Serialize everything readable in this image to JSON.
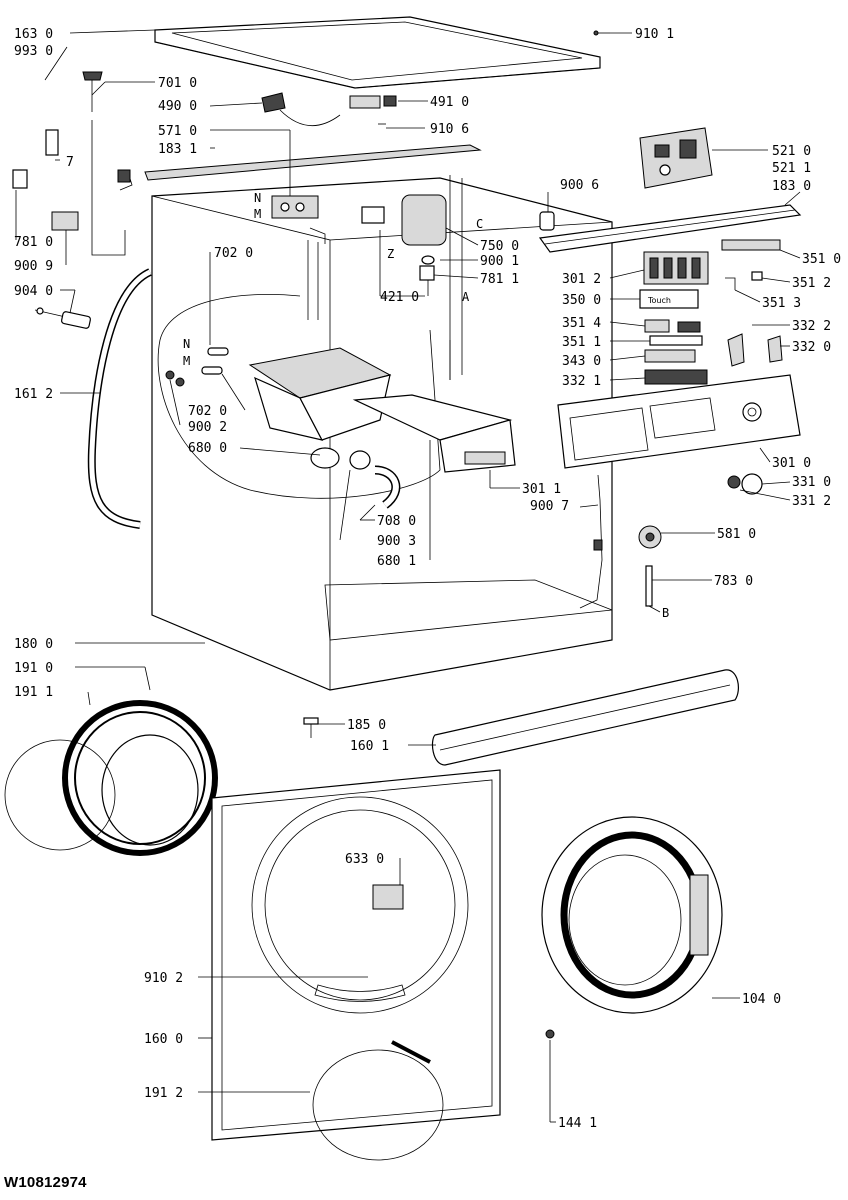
{
  "document_code": "W10812974",
  "part_labels": [
    {
      "id": "p1630",
      "text": "163 0"
    },
    {
      "id": "p9101",
      "text": "910 1"
    },
    {
      "id": "p9930",
      "text": "993 0"
    },
    {
      "id": "p7010",
      "text": "701 0"
    },
    {
      "id": "p4900",
      "text": "490 0"
    },
    {
      "id": "p4910",
      "text": "491 0"
    },
    {
      "id": "p5710",
      "text": "571 0"
    },
    {
      "id": "p9106",
      "text": "910 6"
    },
    {
      "id": "p1831",
      "text": "183 1"
    },
    {
      "id": "p7",
      "text": "7"
    },
    {
      "id": "p5210",
      "text": "521 0"
    },
    {
      "id": "p5211",
      "text": "521 1"
    },
    {
      "id": "p9006",
      "text": "900 6"
    },
    {
      "id": "p1830",
      "text": "183 0"
    },
    {
      "id": "p7810a",
      "text": "781 0"
    },
    {
      "id": "p9009",
      "text": "900 9"
    },
    {
      "id": "p7500",
      "text": "750 0"
    },
    {
      "id": "p9001",
      "text": "900 1"
    },
    {
      "id": "p7811",
      "text": "781 1"
    },
    {
      "id": "p4210",
      "text": "421 0"
    },
    {
      "id": "p7020a",
      "text": "702 0"
    },
    {
      "id": "p9040",
      "text": "904 0"
    },
    {
      "id": "p3012",
      "text": "301 2"
    },
    {
      "id": "p3510",
      "text": "351 0"
    },
    {
      "id": "p3512",
      "text": "351 2"
    },
    {
      "id": "p3500",
      "text": "350 0"
    },
    {
      "id": "p3513",
      "text": "351 3"
    },
    {
      "id": "p3514",
      "text": "351 4"
    },
    {
      "id": "p3322",
      "text": "332 2"
    },
    {
      "id": "p3511",
      "text": "351 1"
    },
    {
      "id": "p3320",
      "text": "332 0"
    },
    {
      "id": "p3430",
      "text": "343 0"
    },
    {
      "id": "p3321",
      "text": "332 1"
    },
    {
      "id": "p1612",
      "text": "161 2"
    },
    {
      "id": "p7020b",
      "text": "702 0"
    },
    {
      "id": "p9002",
      "text": "900 2"
    },
    {
      "id": "p6800",
      "text": "680 0"
    },
    {
      "id": "p3010",
      "text": "301 0"
    },
    {
      "id": "p3310",
      "text": "331 0"
    },
    {
      "id": "p3312",
      "text": "331 2"
    },
    {
      "id": "p3011",
      "text": "301 1"
    },
    {
      "id": "p9007",
      "text": "900 7"
    },
    {
      "id": "p7080",
      "text": "708 0"
    },
    {
      "id": "p9003",
      "text": "900 3"
    },
    {
      "id": "p6801",
      "text": "680 1"
    },
    {
      "id": "p5810",
      "text": "581 0"
    },
    {
      "id": "p7830",
      "text": "783 0"
    },
    {
      "id": "p1800",
      "text": "180 0"
    },
    {
      "id": "p1910",
      "text": "191 0"
    },
    {
      "id": "p1911",
      "text": "191 1"
    },
    {
      "id": "p1850",
      "text": "185 0"
    },
    {
      "id": "p1601",
      "text": "160 1"
    },
    {
      "id": "p6330",
      "text": "633 0"
    },
    {
      "id": "p9102",
      "text": "910 2"
    },
    {
      "id": "p1040",
      "text": "104 0"
    },
    {
      "id": "p1600",
      "text": "160 0"
    },
    {
      "id": "p1912",
      "text": "191 2"
    },
    {
      "id": "p1441",
      "text": "144 1"
    }
  ],
  "connector_letters": [
    {
      "id": "lN1",
      "text": "N"
    },
    {
      "id": "lM1",
      "text": "M"
    },
    {
      "id": "lC",
      "text": "C"
    },
    {
      "id": "lZ",
      "text": "Z"
    },
    {
      "id": "lA",
      "text": "A"
    },
    {
      "id": "lN2",
      "text": "N"
    },
    {
      "id": "lM2",
      "text": "M"
    },
    {
      "id": "lB",
      "text": "B"
    }
  ],
  "module_text": "Touch"
}
